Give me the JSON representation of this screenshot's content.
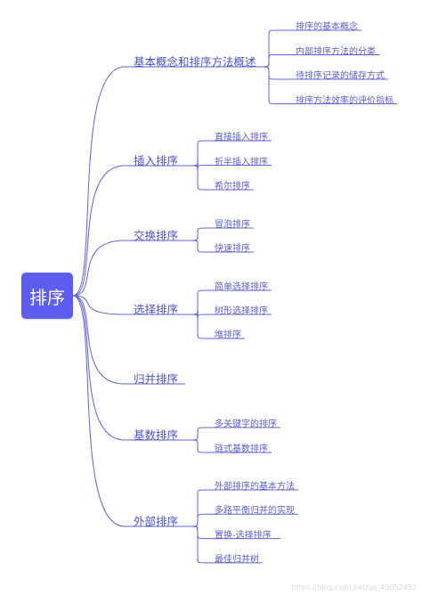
{
  "root": {
    "label": "排序"
  },
  "branches": [
    {
      "label": "基本概念和排序方法概述",
      "children": [
        "排序的基本概念",
        "内部排序方法的分类",
        "待排序记录的储存方式",
        "排序方法效率的评价指标"
      ]
    },
    {
      "label": "插入排序",
      "children": [
        "直接插入排序",
        "折半插入排序",
        "希尔排序"
      ]
    },
    {
      "label": "交换排序",
      "children": [
        "冒泡排序",
        "快速排序"
      ]
    },
    {
      "label": "选择排序",
      "children": [
        "简单选择排序",
        "树形选择排序",
        "堆排序"
      ]
    },
    {
      "label": "归并排序",
      "children": []
    },
    {
      "label": "基数排序",
      "children": [
        "多关键字的排序",
        "链式基数排序"
      ]
    },
    {
      "label": "外部排序",
      "children": [
        "外部排序的基本方法",
        "多路平衡归并的实现",
        "置换-选择排序",
        "最佳归并树"
      ]
    }
  ],
  "watermark": "https://blog.csdn.net/qq_45052452",
  "colors": {
    "root_fill": "#5b5ef0",
    "line": "#5f62d9",
    "text": "#4b4fcf"
  }
}
